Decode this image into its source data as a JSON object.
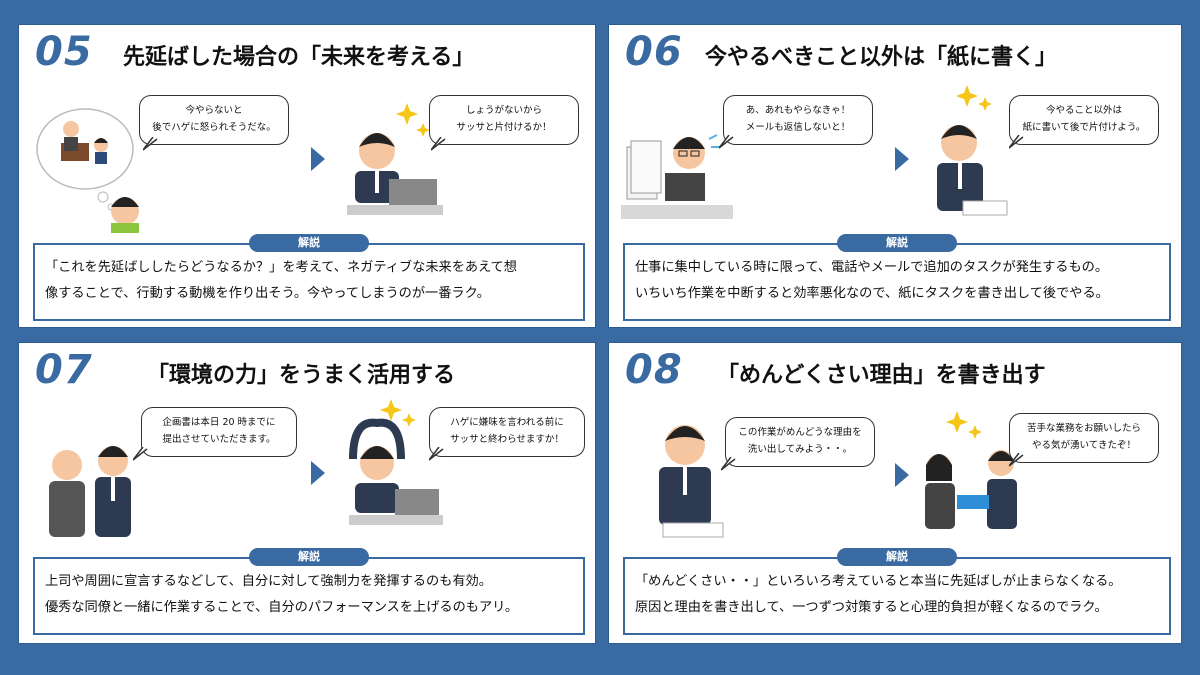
{
  "explain_tag": "解説",
  "panels": [
    {
      "number": "05",
      "title": "先延ばした場合の「未来を考える」",
      "bubble_left": [
        "今やらないと",
        "後でハゲに怒られそうだな。"
      ],
      "bubble_right": [
        "しょうがないから",
        "サッサと片付けるか！"
      ],
      "explain": [
        "「これを先延ばししたらどうなるか？」を考えて、ネガティブな未来をあえて想",
        "像することで、行動する動機を作り出そう。今やってしまうのが一番ラク。"
      ]
    },
    {
      "number": "06",
      "title": "今やるべきこと以外は「紙に書く」",
      "bubble_left": [
        "あ、あれもやらなきゃ！",
        "メールも返信しないと！"
      ],
      "bubble_right": [
        "今やること以外は",
        "紙に書いて後で片付けよう。"
      ],
      "explain": [
        "仕事に集中している時に限って、電話やメールで追加のタスクが発生するもの。",
        "いちいち作業を中断すると効率悪化なので、紙にタスクを書き出して後でやる。"
      ]
    },
    {
      "number": "07",
      "title": "「環境の力」をうまく活用する",
      "bubble_left": [
        "企画書は本日 20 時までに",
        "提出させていただきます。"
      ],
      "bubble_right": [
        "ハゲに嫌味を言われる前に",
        "サッサと終わらせますか！"
      ],
      "explain": [
        "上司や周囲に宣言するなどして、自分に対して強制力を発揮するのも有効。",
        "優秀な同僚と一緒に作業することで、自分のパフォーマンスを上げるのもアリ。"
      ]
    },
    {
      "number": "08",
      "title": "「めんどくさい理由」を書き出す",
      "bubble_left": [
        "この作業がめんどうな理由を",
        "洗い出してみよう・・。"
      ],
      "bubble_right": [
        "苦手な業務をお願いしたら",
        "やる気が湧いてきたぞ！"
      ],
      "explain": [
        "「めんどくさい・・」といろいろ考えていると本当に先延ばしが止まらなくなる。",
        "原因と理由を書き出して、一つずつ対策すると心理的負担が軽くなるのでラク。"
      ]
    }
  ],
  "colors": {
    "accent": "#3a6aa2",
    "background": "#3a6aa2",
    "panel": "#ffffff"
  }
}
